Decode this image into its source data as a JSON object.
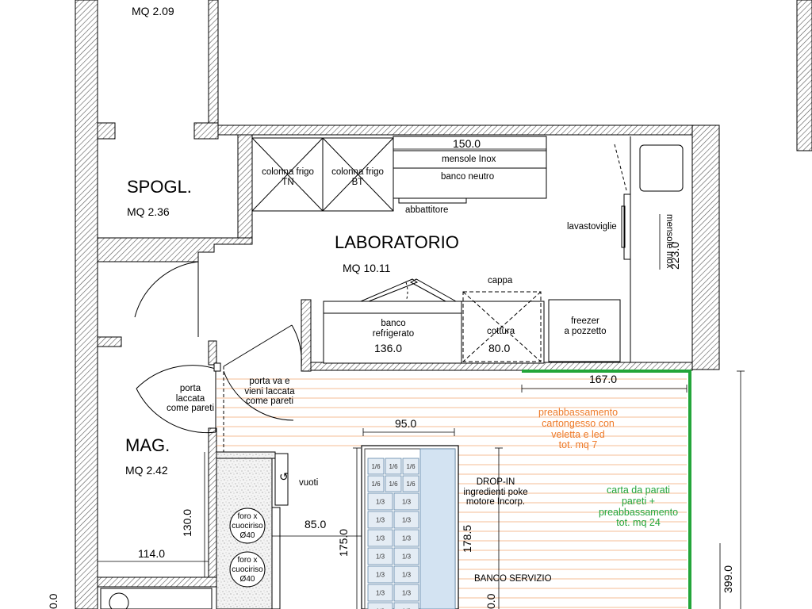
{
  "rooms": {
    "top_room_area": "MQ 2.09",
    "spogl_name": "SPOGL.",
    "spogl_area": "MQ 2.36",
    "lab_name": "LABORATORIO",
    "lab_area": "MQ 10.11",
    "mag_name": "MAG.",
    "mag_area": "MQ 2.42"
  },
  "fixtures": {
    "colonna_tn_1": "colonna frigo",
    "colonna_tn_2": "TN",
    "colonna_bt_1": "colonna frigo",
    "colonna_bt_2": "BT",
    "mensole_inox": "mensole Inox",
    "banco_neutro": "banco neutro",
    "abbattitore": "abbattitore",
    "lavastoviglie": "lavastoviglie",
    "mensole_inox_right": "mensole Inox",
    "cappa": "cappa",
    "banco_ref_1": "banco",
    "banco_ref_2": "refrigerato",
    "cottura": "cottura",
    "freezer_1": "freezer",
    "freezer_2": "a pozzetto",
    "porta_left_1": "porta",
    "porta_left_2": "laccata",
    "porta_left_3": "come pareti",
    "porta_right_1": "porta va e",
    "porta_right_2": "vieni laccata",
    "porta_right_3": "come pareti",
    "vuoti": "vuoti",
    "forno1_1": "foro x",
    "forno1_2": "cuociriso",
    "forno1_3": "Ø40",
    "forno2_1": "foro x",
    "forno2_2": "cuociriso",
    "forno2_3": "Ø40",
    "dropin_1": "DROP-IN",
    "dropin_2": "ingredienti poke",
    "dropin_3": "motore Incorp.",
    "banco_servizio": "BANCO SERVIZIO",
    "gn_sixth": "1/6",
    "gn_third": "1/3"
  },
  "dimensions": {
    "d150": "150.0",
    "d223": "223.0",
    "d136": "136.0",
    "d80": "80.0",
    "d167": "167.0",
    "d95": "95.0",
    "d85": "85.0",
    "d175": "175.0",
    "d1785": "178.5",
    "d130": "130.0",
    "d114": "114.0",
    "d399": "399.0",
    "d_left_cut": "0.0",
    "d_mid_cut": "0.0"
  },
  "notes": {
    "orange_1": "preabbassamento",
    "orange_2": "cartongesso con",
    "orange_3": "veletta e led",
    "orange_4": "tot. mq 7",
    "green_1": "carta da parati",
    "green_2": "pareti +",
    "green_3": "preabbassamento",
    "green_4": "tot. mq 24"
  },
  "colors": {
    "orange": "#ee7b2a",
    "green": "#23a53a",
    "grid_blue": "#5f86a8"
  }
}
